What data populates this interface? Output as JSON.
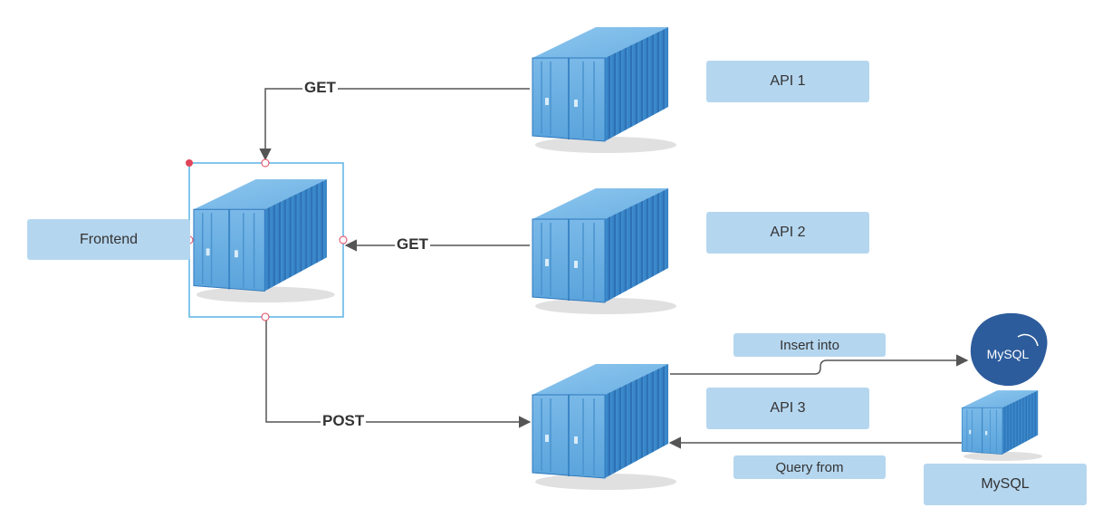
{
  "nodes": {
    "frontend": {
      "label": "Frontend"
    },
    "api1": {
      "label": "API 1"
    },
    "api2": {
      "label": "API 2"
    },
    "api3": {
      "label": "API 3"
    },
    "mysql": {
      "label": "MySQL",
      "logo_text": "MySQL"
    }
  },
  "edges": {
    "api1_to_frontend": {
      "label": "GET"
    },
    "api2_to_frontend": {
      "label": "GET"
    },
    "frontend_to_api3": {
      "label": "POST"
    },
    "api3_to_mysql": {
      "label": "Insert into"
    },
    "mysql_to_api3": {
      "label": "Query from"
    }
  },
  "colors": {
    "label_box": "#b5d6ef",
    "container_blue": "#4a9cd8",
    "edge_line": "#555555",
    "selection": "#5ab4e5",
    "selection_corner": "#e0445a",
    "mysql_badge": "#2d5c9c"
  }
}
